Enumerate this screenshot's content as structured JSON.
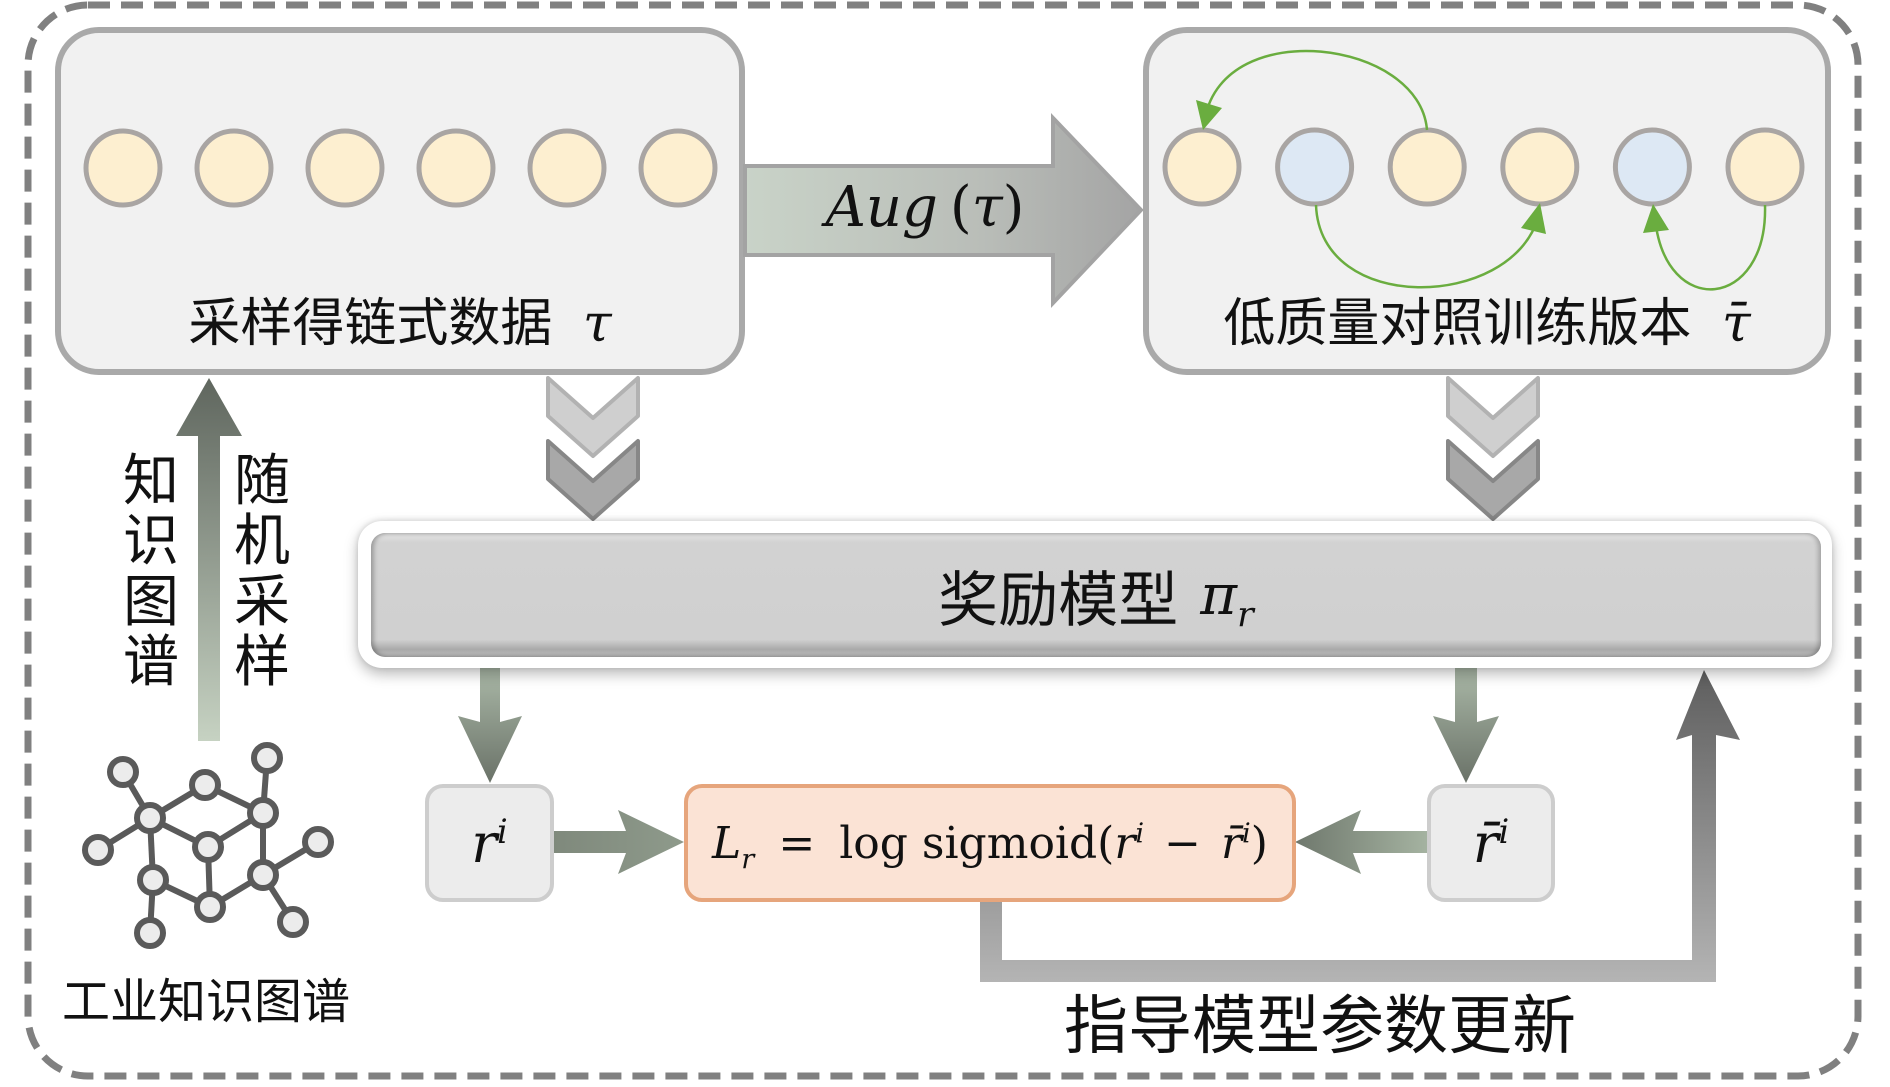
{
  "diagram": {
    "title": "Reward model training pipeline with industrial knowledge graph",
    "colors": {
      "node_default": "#fdefd0",
      "node_augmented": "#dde8f4",
      "node_stroke": "#a9a5a3",
      "arc_green": "#6aad3f",
      "box_fill": "#f1f1f1",
      "box_stroke": "#a9a9a9",
      "formula_fill": "#fbe3d5",
      "formula_stroke": "#e6a57c",
      "dashed_border": "#808080"
    },
    "knowledge_graph": {
      "label": "工业知识图谱",
      "icon": "network-graph-icon"
    },
    "sampling_arrow": {
      "label_left": [
        "知",
        "识",
        "图",
        "谱"
      ],
      "label_right": [
        "随",
        "机",
        "采",
        "样"
      ]
    },
    "sampled_chain": {
      "label": "采样得链式数据",
      "symbol": "τ",
      "nodes": [
        "default",
        "default",
        "default",
        "default",
        "default",
        "default"
      ]
    },
    "augment_arrow": {
      "label_func": "Aug",
      "label_arg": "τ"
    },
    "contrast_chain": {
      "label": "低质量对照训练版本",
      "symbol": "τ̄",
      "nodes": [
        "default",
        "augmented",
        "default",
        "default",
        "augmented",
        "default"
      ],
      "swaps": [
        {
          "from": 3,
          "to": 1,
          "side": "top"
        },
        {
          "from": 2,
          "to": 4,
          "side": "bottom"
        },
        {
          "from": 6,
          "to": 5,
          "side": "bottom"
        }
      ]
    },
    "reward_model": {
      "label": "奖励模型",
      "symbol": "π",
      "subscript": "r"
    },
    "reward_positive": {
      "base": "r",
      "superscript": "i"
    },
    "reward_negative": {
      "base": "r̄",
      "superscript": "i"
    },
    "loss": {
      "lhs": "L",
      "lhs_sub": "r",
      "eq": "=",
      "func": "log sigmoid(",
      "a": "r",
      "a_sup": "i",
      "minus": "−",
      "b": "r̄",
      "b_sup": "i",
      "close": ")"
    },
    "feedback": {
      "label": "指导模型参数更新"
    }
  }
}
